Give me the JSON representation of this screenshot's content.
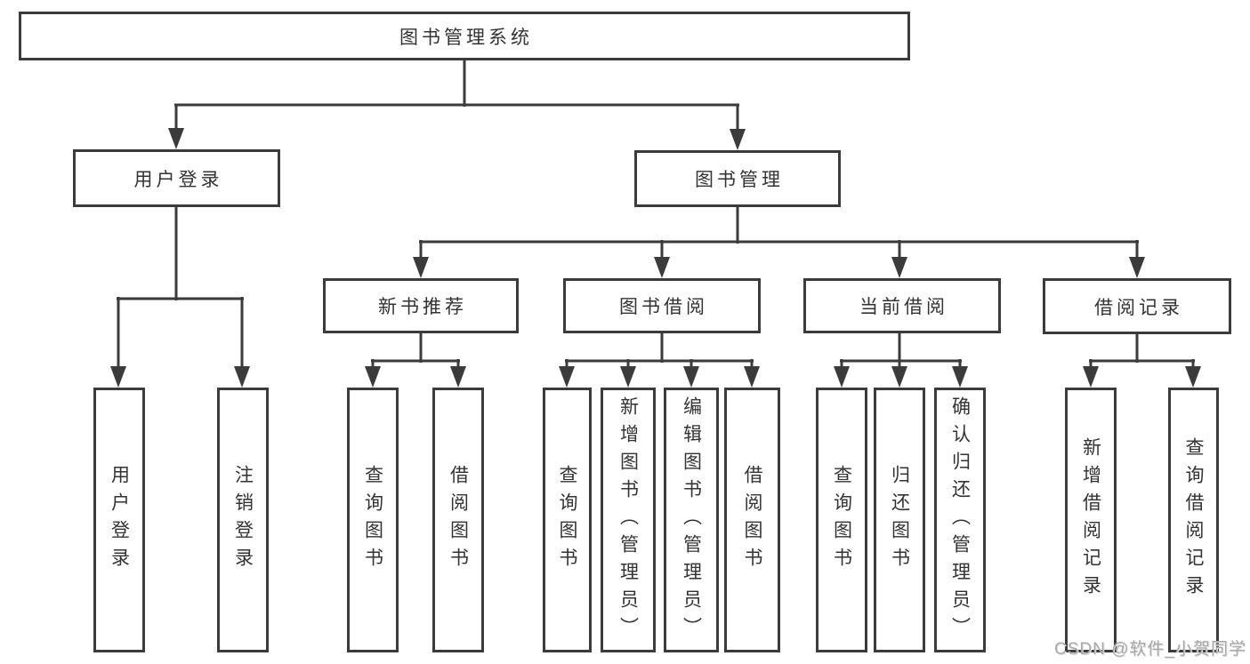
{
  "nodes": {
    "root": "图书管理系统",
    "branches": {
      "user_login": "用户登录",
      "book_management": "图书管理"
    },
    "modules": {
      "new_book_recommend": "新书推荐",
      "book_borrowing": "图书借阅",
      "current_borrowing": "当前借阅",
      "borrowing_records": "借阅记录"
    },
    "leaves": {
      "user_login_children": [
        "用户登录",
        "注销登录"
      ],
      "new_book_recommend_children": [
        "查询图书",
        "借阅图书"
      ],
      "book_borrowing_children": [
        "查询图书",
        "新增图书（管理员）",
        "编辑图书（管理员）",
        "借阅图书"
      ],
      "current_borrowing_children": [
        "查询图书",
        "归还图书",
        "确认归还（管理员）"
      ],
      "borrowing_records_children": [
        "新增借阅记录",
        "查询借阅记录"
      ]
    }
  },
  "watermark": "CSDN @软件_小贺同学",
  "colors": {
    "line": "#3b3b3b",
    "box_background": "#ffffff",
    "text": "#333333",
    "watermark_text": "#a9a9a9"
  }
}
